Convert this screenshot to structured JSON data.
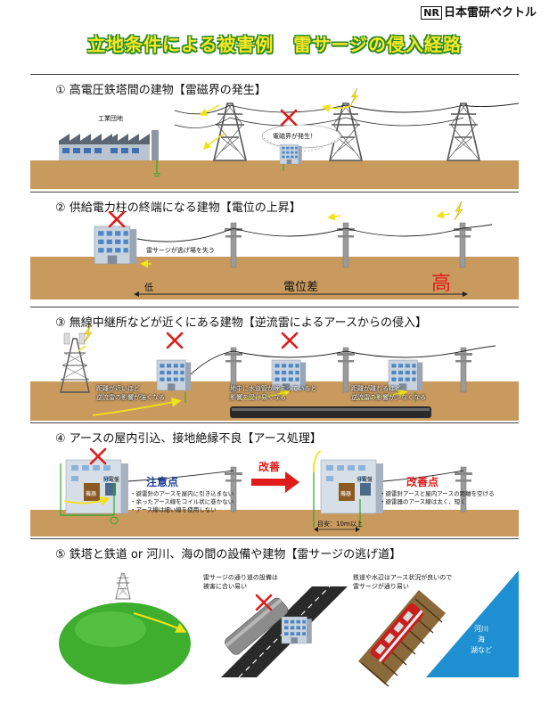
{
  "brand": {
    "logo": "NR",
    "name": "日本雷研ベクトル"
  },
  "title": {
    "part1": "立地条件による被害例",
    "part2": "雷サージの侵入経路"
  },
  "sections": [
    {
      "title": "① 高電圧鉄塔間の建物【雷磁界の発生】",
      "labels": {
        "industrial": "工業団地",
        "magnetic": "電磁界が発生！"
      }
    },
    {
      "title": "② 供給電力柱の終端になる建物【電位の上昇】",
      "labels": {
        "escape": "雷サージが逃げ場を失う",
        "low": "低",
        "diff": "電位差",
        "high": "高"
      }
    },
    {
      "title": "③ 無線中継所などが近くにある建物【逆流雷によるアースからの侵入】",
      "labels": {
        "dist1a": "距離が近いほど",
        "dist1b": "逆流雷の影響が強くなる",
        "pipe1": "地中に水道管が埋まっていると",
        "pipe2": "影響を受け易くなる",
        "dist2a": "距離が離れるほど",
        "dist2b": "逆流雷の影響が少なくなる"
      }
    },
    {
      "title": "④ アースの屋内引込、接地絶縁不良【アース処理】",
      "labels": {
        "panel": "分電盤",
        "device": "機器",
        "caution": "注意点",
        "c1": "・避雷針のアースを屋内に引き込まない",
        "c2": "・余ったアース線をコイル状に巻かない",
        "c3": "・アース線は細い線を使用しない",
        "improve": "改善",
        "panel2": "分電盤",
        "device2": "機器",
        "improved": "改善点",
        "i1": "・避雷針アースと屋内アースの距離を空ける",
        "i2": "・避雷器のアース線は太く、短く",
        "measure": "目安：10m以上"
      }
    },
    {
      "title": "⑤ 鉄塔と鉄道 or 河川、海の間の設備や建物【雷サージの逃げ道】",
      "labels": {
        "road1": "雷サージの通り道の設備は",
        "road2": "被害に合い易い",
        "rail1": "鉄道や水辺はアース状況が良いので",
        "rail2": "雷サージが通り易い",
        "river1": "河川",
        "river2": "海",
        "river3": "湖など"
      }
    }
  ]
}
